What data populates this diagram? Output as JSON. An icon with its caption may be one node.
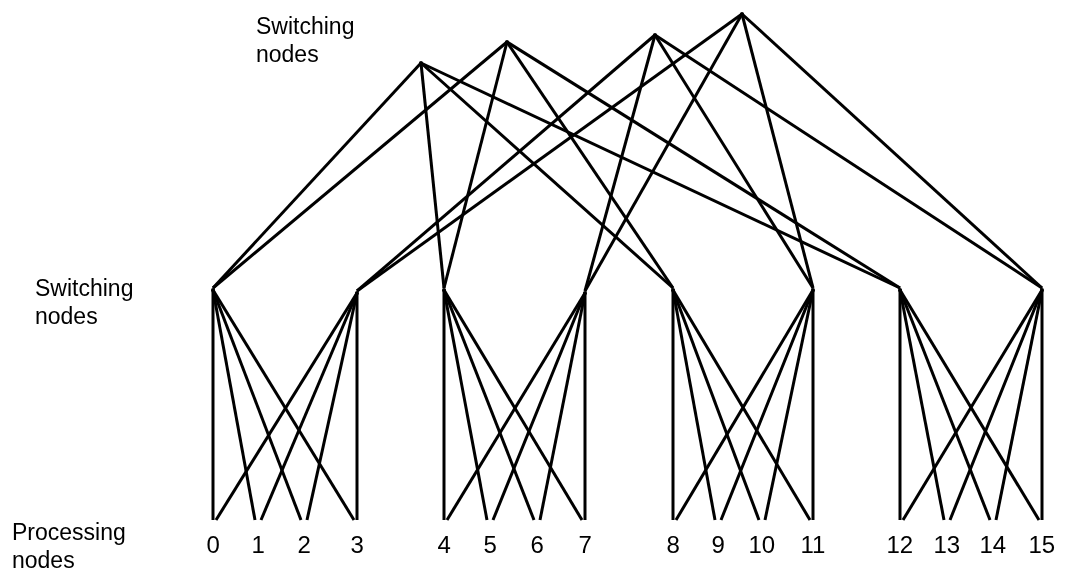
{
  "diagram": {
    "nodes": [
      {
        "text": [],
        "shape": "point"
      },
      {
        "text": [],
        "shape": "point"
      },
      {
        "text": [],
        "shape": "point"
      },
      {
        "text": [],
        "shape": "point"
      },
      {
        "text": [],
        "shape": "point"
      },
      {
        "text": [],
        "shape": "point"
      },
      {
        "text": [],
        "shape": "point"
      },
      {
        "text": [],
        "shape": "point"
      },
      {
        "text": [],
        "shape": "point"
      },
      {
        "text": [],
        "shape": "point"
      },
      {
        "text": [],
        "shape": "point"
      },
      {
        "text": [],
        "shape": "point"
      },
      {
        "text": [
          "0"
        ]
      },
      {
        "text": [
          "1"
        ]
      },
      {
        "text": [
          "2"
        ]
      },
      {
        "text": [
          "3"
        ]
      },
      {
        "text": [
          "4"
        ]
      },
      {
        "text": [
          "5"
        ]
      },
      {
        "text": [
          "6"
        ]
      },
      {
        "text": [
          "7"
        ]
      },
      {
        "text": [
          "8"
        ]
      },
      {
        "text": [
          "9"
        ]
      },
      {
        "text": [
          "10"
        ]
      },
      {
        "text": [
          "11"
        ]
      },
      {
        "text": [
          "12"
        ]
      },
      {
        "text": [
          "13"
        ]
      },
      {
        "text": [
          "14"
        ]
      },
      {
        "text": [
          "15"
        ]
      }
    ],
    "edges": [
      {
        "from": 0,
        "to": 4,
        "arrow": "none"
      },
      {
        "from": 0,
        "to": 6,
        "arrow": "none"
      },
      {
        "from": 0,
        "to": 8,
        "arrow": "none"
      },
      {
        "from": 0,
        "to": 10,
        "arrow": "none"
      },
      {
        "from": 1,
        "to": 4,
        "arrow": "none"
      },
      {
        "from": 1,
        "to": 6,
        "arrow": "none"
      },
      {
        "from": 1,
        "to": 8,
        "arrow": "none"
      },
      {
        "from": 1,
        "to": 10,
        "arrow": "none"
      },
      {
        "from": 2,
        "to": 5,
        "arrow": "none"
      },
      {
        "from": 2,
        "to": 7,
        "arrow": "none"
      },
      {
        "from": 2,
        "to": 9,
        "arrow": "none"
      },
      {
        "from": 2,
        "to": 11,
        "arrow": "none"
      },
      {
        "from": 3,
        "to": 5,
        "arrow": "none"
      },
      {
        "from": 3,
        "to": 7,
        "arrow": "none"
      },
      {
        "from": 3,
        "to": 9,
        "arrow": "none"
      },
      {
        "from": 3,
        "to": 11,
        "arrow": "none"
      },
      {
        "from": 4,
        "to": 12,
        "arrow": "none"
      },
      {
        "from": 4,
        "to": 13,
        "arrow": "none"
      },
      {
        "from": 4,
        "to": 14,
        "arrow": "none"
      },
      {
        "from": 4,
        "to": 15,
        "arrow": "none"
      },
      {
        "from": 5,
        "to": 12,
        "arrow": "none"
      },
      {
        "from": 5,
        "to": 13,
        "arrow": "none"
      },
      {
        "from": 5,
        "to": 14,
        "arrow": "none"
      },
      {
        "from": 5,
        "to": 15,
        "arrow": "none"
      },
      {
        "from": 6,
        "to": 16,
        "arrow": "none"
      },
      {
        "from": 6,
        "to": 17,
        "arrow": "none"
      },
      {
        "from": 6,
        "to": 18,
        "arrow": "none"
      },
      {
        "from": 6,
        "to": 19,
        "arrow": "none"
      },
      {
        "from": 7,
        "to": 16,
        "arrow": "none"
      },
      {
        "from": 7,
        "to": 17,
        "arrow": "none"
      },
      {
        "from": 7,
        "to": 18,
        "arrow": "none"
      },
      {
        "from": 7,
        "to": 19,
        "arrow": "none"
      },
      {
        "from": 8,
        "to": 20,
        "arrow": "none"
      },
      {
        "from": 8,
        "to": 21,
        "arrow": "none"
      },
      {
        "from": 8,
        "to": 22,
        "arrow": "none"
      },
      {
        "from": 8,
        "to": 23,
        "arrow": "none"
      },
      {
        "from": 9,
        "to": 20,
        "arrow": "none"
      },
      {
        "from": 9,
        "to": 21,
        "arrow": "none"
      },
      {
        "from": 9,
        "to": 22,
        "arrow": "none"
      },
      {
        "from": 9,
        "to": 23,
        "arrow": "none"
      },
      {
        "from": 10,
        "to": 24,
        "arrow": "none"
      },
      {
        "from": 10,
        "to": 25,
        "arrow": "none"
      },
      {
        "from": 10,
        "to": 26,
        "arrow": "none"
      },
      {
        "from": 10,
        "to": 27,
        "arrow": "none"
      },
      {
        "from": 11,
        "to": 24,
        "arrow": "none"
      },
      {
        "from": 11,
        "to": 25,
        "arrow": "none"
      },
      {
        "from": 11,
        "to": 26,
        "arrow": "none"
      },
      {
        "from": 11,
        "to": 27,
        "arrow": "none"
      }
    ],
    "labels": [
      "Switching nodes",
      "Switching nodes",
      "Processing nodes"
    ]
  }
}
